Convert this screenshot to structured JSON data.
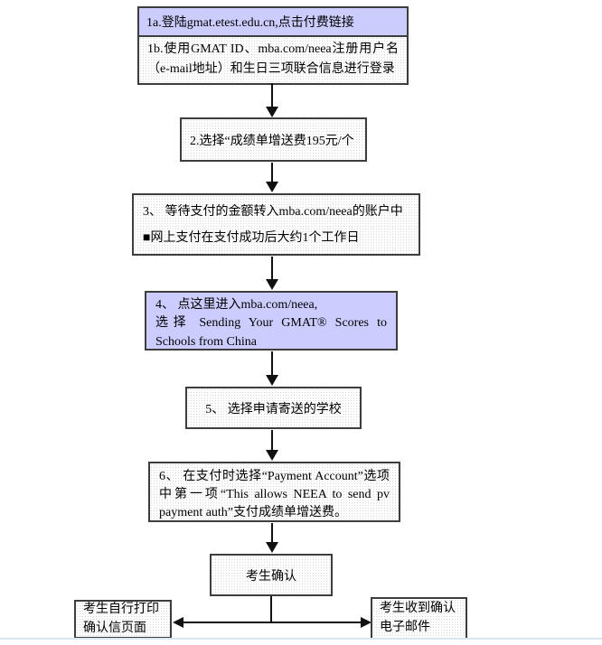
{
  "colors": {
    "highlight": "#ccccff",
    "dot": "#d8d8d8",
    "border": "#3d3d3d",
    "arrow": "#111111",
    "rule": "#dce6f0",
    "text": "#000000"
  },
  "flow": {
    "step1a": "1a.登陆gmat.etest.edu.cn,点击付费链接",
    "step1b": "1b.使用GMAT ID、mba.com/neea注册用户名（e-mail地址）和生日三项联合信息进行登录",
    "step2": "2.选择“成绩单增送费195元/个",
    "step3_line1": "3、 等待支付的金额转入mba.com/neea的账户中",
    "step3_line2": "■网上支付在支付成功后大约1个工作日",
    "step4_line1": "4、 点这里进入mba.com/neea,",
    "step4_line2": "选择 Sending Your GMAT® Scores to Schools from China",
    "step5": "5、 选择申请寄送的学校",
    "step6": "6、 在支付时选择“Payment Account”选项中第一项“This allows NEEA to send pv payment auth”支付成绩单增送费。",
    "confirm": "考生确认",
    "print_line1": "考生自行打印",
    "print_line2": "确认信页面",
    "email_line1": "考生收到确认",
    "email_line2": "电子邮件"
  }
}
